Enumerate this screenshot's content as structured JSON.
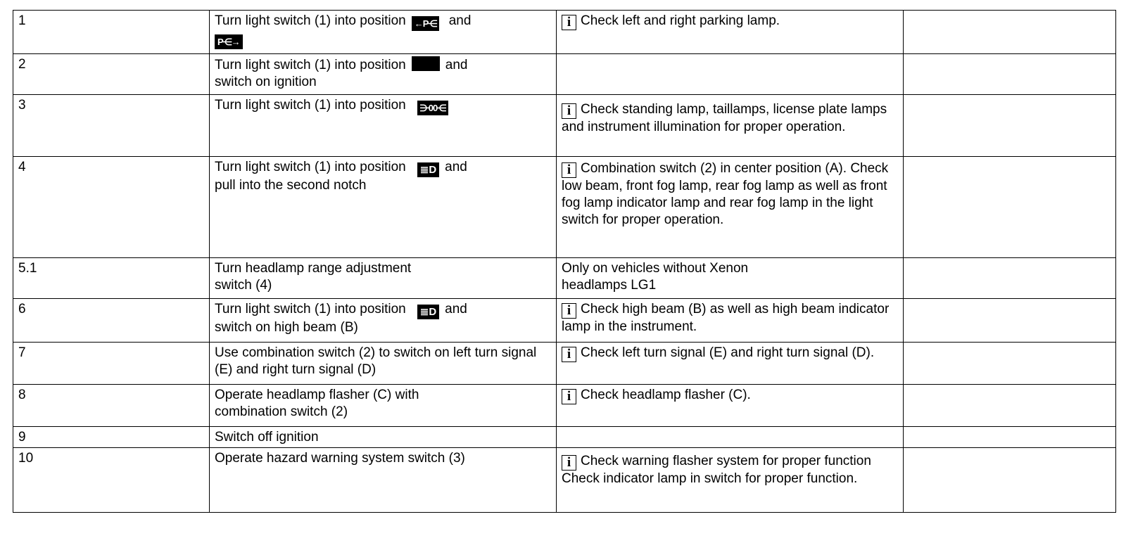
{
  "rows": [
    {
      "step": "1",
      "action": {
        "pre": "Turn light switch (1) into position",
        "sym1": "←P⋲",
        "mid": "and",
        "sym2": "P⋲→",
        "post": ""
      },
      "note": {
        "icon": "info-icon",
        "text": "Check left and right parking lamp."
      }
    },
    {
      "step": "2",
      "action": {
        "pre": "Turn light switch (1) into position",
        "sym1": "",
        "mid": "and",
        "post": "switch on ignition"
      },
      "note": null
    },
    {
      "step": "3",
      "action": {
        "pre": "Turn light switch (1) into position",
        "sym1": "⋺00⋲"
      },
      "note": {
        "icon": "info-icon",
        "text": "Check standing lamp, taillamps, license plate lamps and instrument illumination for proper operation."
      }
    },
    {
      "step": "4",
      "action": {
        "pre": "Turn light switch (1) into position",
        "sym1": "≣D",
        "mid": "and",
        "post": "pull into the second notch"
      },
      "note": {
        "icon": "info-icon",
        "text": "Combination switch (2) in center position (A). Check low beam, front fog lamp, rear fog lamp as well as front fog lamp indicator lamp and rear fog lamp in the light switch for proper operation."
      }
    },
    {
      "step": "5.1",
      "action": {
        "pre": "Turn headlamp range adjustment",
        "post": "switch (4)"
      },
      "note": {
        "icon": "",
        "text": "Only on vehicles without Xenon",
        "text2": "headlamps LG1"
      }
    },
    {
      "step": "6",
      "action": {
        "pre": "Turn light switch (1) into position",
        "sym1": "≣D",
        "mid": "and",
        "post": "switch on high beam (B)"
      },
      "note": {
        "icon": "info-icon",
        "text": "Check high beam (B) as well as high beam indicator lamp in the instrument."
      }
    },
    {
      "step": "7",
      "action": {
        "pre": "Use combination switch (2) to switch on left turn signal (E) and right turn signal (D)"
      },
      "note": {
        "icon": "info-icon",
        "text": "Check left turn signal (E) and right turn signal (D)."
      }
    },
    {
      "step": "8",
      "action": {
        "pre": "Operate headlamp flasher (C) with",
        "post": "combination switch (2)"
      },
      "note": {
        "icon": "info-icon",
        "text": "Check headlamp flasher (C)."
      }
    },
    {
      "step": "9",
      "action": {
        "pre": "Switch off ignition"
      },
      "note": null
    },
    {
      "step": "10",
      "action": {
        "pre": "Operate hazard warning system switch (3)"
      },
      "note": {
        "icon": "info-icon",
        "text": "Check warning flasher system for proper function Check indicator lamp in switch for proper function."
      }
    }
  ],
  "info_glyph": "i"
}
